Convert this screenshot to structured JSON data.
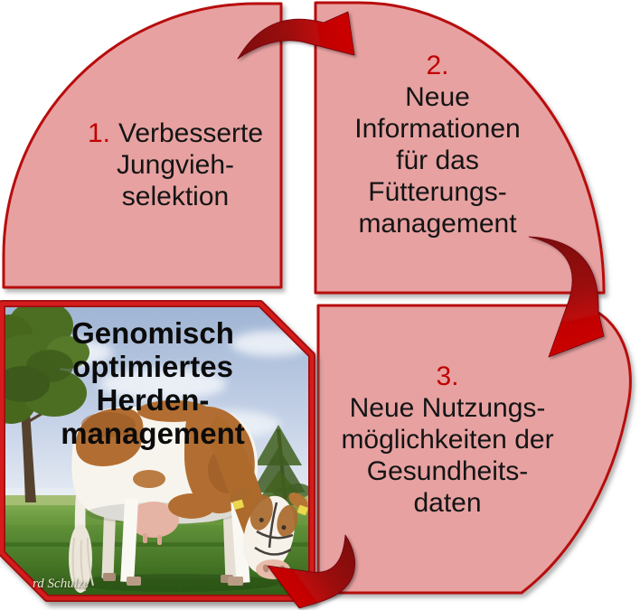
{
  "diagram": {
    "type": "cycle-diagram",
    "quadrants": [
      {
        "id": 1,
        "number": "1.",
        "lines": [
          "Verbesserte",
          "Jungvieh-",
          "selektion"
        ]
      },
      {
        "id": 2,
        "number": "2.",
        "lines": [
          "Neue",
          "Informationen",
          "für das",
          "Fütterungs-",
          "management"
        ]
      },
      {
        "id": 3,
        "number": "3.",
        "lines": [
          "Neue Nutzungs-",
          "möglichkeiten der",
          "Gesundheits-",
          "daten"
        ]
      }
    ],
    "center_panel": {
      "title_lines": [
        "Genomisch",
        "optimiertes",
        "Herden-",
        "management"
      ],
      "photo": "simmental-cow-grazing-in-pasture",
      "credit": "rd Schulze"
    },
    "arrows": [
      "1-to-2",
      "2-to-3",
      "3-to-4"
    ],
    "colors": {
      "quadrant_fill": "#e7a1a1",
      "outline": "#b80b0b",
      "number": "#c00000",
      "arrow_bright": "#c50505",
      "arrow_dark": "#7c0d10",
      "panel_border": "#d41a1a"
    }
  }
}
